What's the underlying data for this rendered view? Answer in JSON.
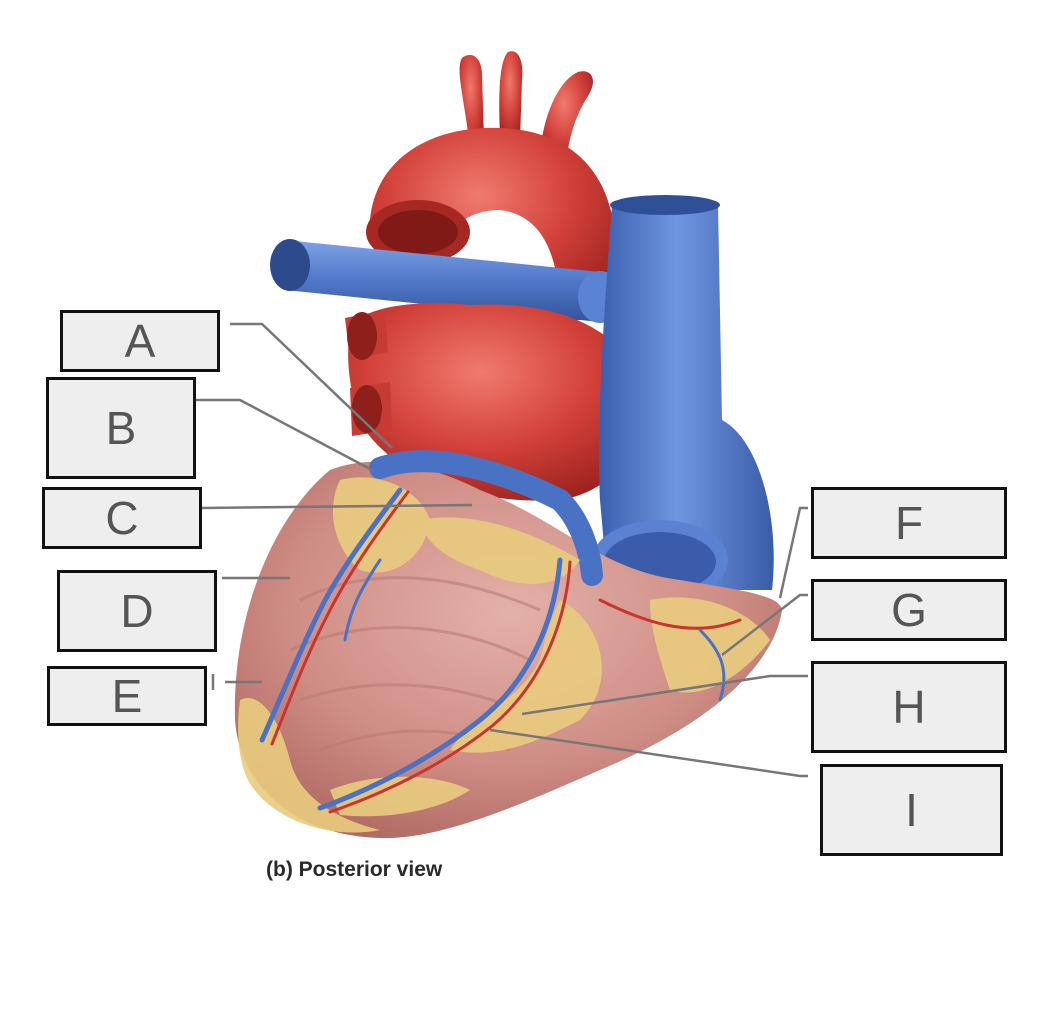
{
  "caption": "(b) Posterior view",
  "labels": {
    "A": "A",
    "B": "B",
    "C": "C",
    "D": "D",
    "E": "E",
    "F": "F",
    "G": "G",
    "H": "H",
    "I": "I"
  },
  "colors": {
    "artery_red": "#c9342f",
    "vein_blue": "#4a72c4",
    "myocardium": "#c9837a",
    "fat_yellow": "#e9cc7e",
    "box_fill": "#eeeeee",
    "box_border": "#111111"
  }
}
